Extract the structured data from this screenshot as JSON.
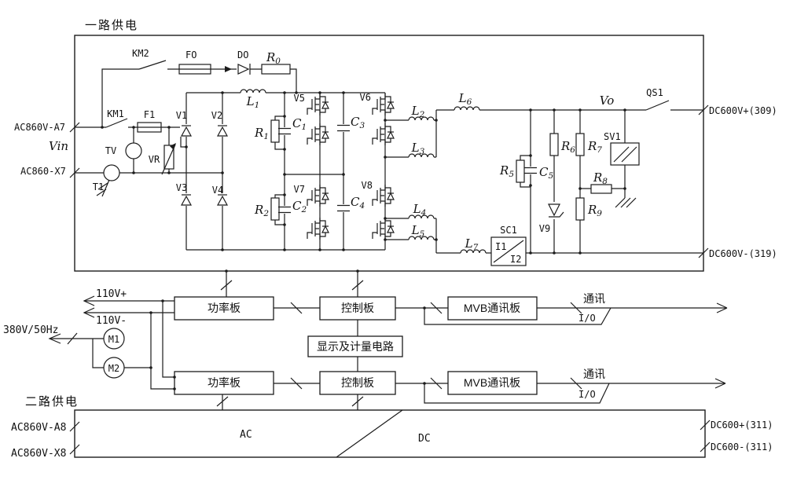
{
  "colors": {
    "line": "#1c1c1c",
    "background": "#ffffff"
  },
  "diagram": {
    "unit1": {
      "title": "一路供电",
      "precharge": {
        "km2": "KM2",
        "fo": "FO",
        "do": "DO",
        "r0": "R0"
      },
      "input": {
        "terminal_a": "AC860V-A7",
        "vin": "Vin",
        "terminal_x": "AC860-X7",
        "km1": "KM1",
        "f1": "F1",
        "tv": "TV",
        "vr": "VR",
        "t1": "T1"
      },
      "rectifier": {
        "v1": "V1",
        "v2": "V2",
        "v3": "V3",
        "v4": "V4",
        "l1": "L1"
      },
      "dclink": {
        "r1": "R1",
        "c1": "C1",
        "r2": "R2",
        "c2": "C2",
        "c3": "C3",
        "c4": "C4"
      },
      "inverter": {
        "v5": "V5",
        "v6": "V6",
        "v7": "V7",
        "v8": "V8"
      },
      "output": {
        "l2": "L2",
        "l3": "L3",
        "l4": "L4",
        "l5": "L5",
        "l6": "L6",
        "l7": "L7",
        "r5": "R5",
        "c5": "C5",
        "r6": "R6",
        "r7": "R7",
        "r8": "R8",
        "r9": "R9",
        "v9": "V9",
        "sv1": "SV1",
        "sc1": "SC1",
        "i1": "I1",
        "i2": "I2",
        "vo": "Vo",
        "qs1": "QS1",
        "dc_pos": "DC600V+(309)",
        "dc_neg": "DC600V-(319)"
      }
    },
    "control": {
      "v110_pos": "110V+",
      "v110_neg": "110V-",
      "v380": "380V/50Hz",
      "m1": "M1",
      "m2": "M2",
      "row1": {
        "power_board": "功率板",
        "control_board": "控制板",
        "mvb_board": "MVB通讯板",
        "comm": "通讯",
        "io": "I/O"
      },
      "display_board": "显示及计量电路",
      "row2": {
        "power_board": "功率板",
        "control_board": "控制板",
        "mvb_board": "MVB通讯板",
        "comm": "通讯",
        "io": "I/O"
      }
    },
    "unit2": {
      "title": "二路供电",
      "terminal_a": "AC860V-A8",
      "terminal_x": "AC860V-X8",
      "ac": "AC",
      "dc": "DC",
      "dc_pos": "DC600+(311)",
      "dc_neg": "DC600-(311)"
    }
  }
}
